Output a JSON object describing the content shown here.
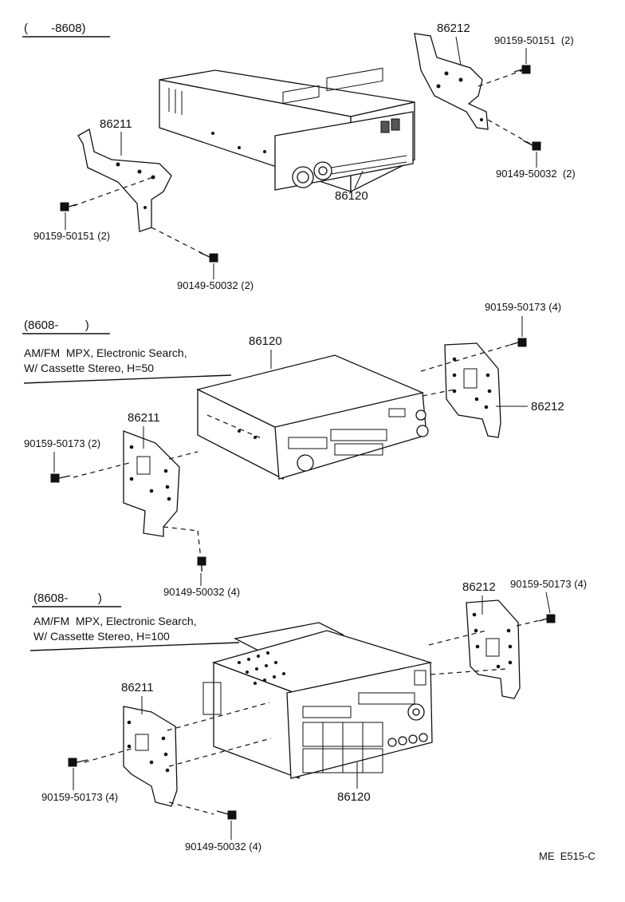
{
  "sections": [
    {
      "range": "(       -8608)",
      "description_line1": "",
      "description_line2": "",
      "parts": {
        "bracket_left": "86211",
        "bracket_right": "86212",
        "unit": "86120",
        "screw_left": "90159-50151 (2)",
        "screw_left_bottom": "90149-50032 (2)",
        "screw_right_top": "90159-50151  (2)",
        "screw_right_bottom": "90149-50032  (2)"
      }
    },
    {
      "range": "(8608-        )",
      "description_line1": "AM/FM  MPX, Electronic Search,",
      "description_line2": "W/ Cassette Stereo, H=50",
      "parts": {
        "bracket_left": "86211",
        "bracket_right": "86212",
        "unit": "86120",
        "screw_left": "90159-50173 (2)",
        "screw_left_bottom": "90149-50032 (4)",
        "screw_right_top": "90159-50173 (4)"
      }
    },
    {
      "range": "(8608-         )",
      "description_line1": "AM/FM  MPX, Electronic Search,",
      "description_line2": "W/ Cassette Stereo, H=100",
      "parts": {
        "bracket_left": "86211",
        "bracket_right": "86212",
        "unit": "86120",
        "screw_left": "90159-50173 (4)",
        "screw_left_bottom": "90149-50032 (4)",
        "screw_right_top": "90159-50173 (4)"
      }
    }
  ],
  "figure_code": "ME  E515-C"
}
